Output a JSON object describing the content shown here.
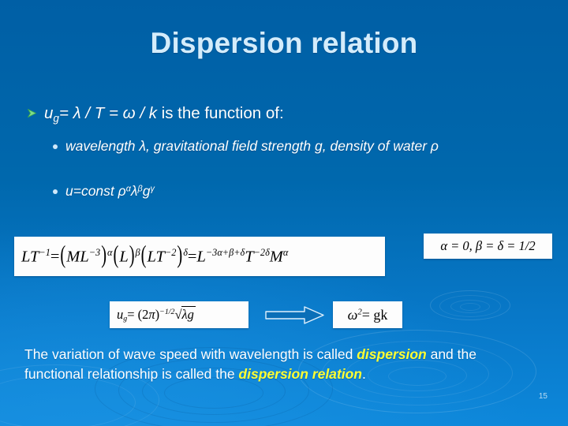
{
  "slide": {
    "title": "Dispersion relation",
    "page_number": "15",
    "background_color": "#0066ac",
    "title_color": "#d4ecfb",
    "highlight_color": "#ffff33"
  },
  "bullets": {
    "level1": {
      "marker": "green-arrow-bullet-icon",
      "text_plain": "ug= λ / T = ω / k is the function of:",
      "lead_var": "u",
      "lead_sub": "g",
      "rest": "= λ / T = ω / k",
      "tail": " is the function of:"
    },
    "level2": [
      {
        "marker": "dot-bullet-icon",
        "text": "wavelength λ, gravitational field strength g, density of water ρ"
      },
      {
        "marker": "dot-bullet-icon",
        "text_plain": "u=const ρ α λ β g γ",
        "base": "u=const ",
        "t1": "ρ",
        "e1": "α",
        "t2": "λ",
        "e2": "β",
        "t3": "g",
        "e3": "γ"
      }
    ]
  },
  "formulas": {
    "main": {
      "name": "dimensional-analysis-equation",
      "plain": "LT⁻¹ = (ML⁻³)^α (L)^β (LT⁻²)^δ = L^(−3α+β+δ) T^(−2δ) M^α",
      "parts": {
        "lhs_L": "L",
        "lhs_T": "T",
        "lhs_T_exp": "−1",
        "eq1": "=",
        "g1_M": "M",
        "g1_L": "L",
        "g1_L_exp": "−3",
        "g1_exp": "α",
        "g2_L": "L",
        "g2_exp": "β",
        "g3_L": "L",
        "g3_T": "T",
        "g3_T_exp": "−2",
        "g3_exp": "δ",
        "eq2": "=",
        "r_L": "L",
        "r_L_exp": "−3α+β+δ",
        "r_T": "T",
        "r_T_exp": "−2δ",
        "r_M": "M",
        "r_M_exp": "α"
      }
    },
    "alpha_solution": {
      "name": "exponent-solution-equation",
      "plain": "α = 0, β = δ = 1/2",
      "text": "α = 0, β = δ = 1/2"
    },
    "group_speed": {
      "name": "group-speed-equation",
      "plain": "u_g = (2π)^(−1/2) √(λg)",
      "parts": {
        "u": "u",
        "sub": "g",
        "eq": "= (2",
        "pi": "π",
        "close": ")",
        "exp": "−1/2",
        "radsym": "√",
        "rad_content": "λg"
      }
    },
    "omega": {
      "name": "omega-squared-equation",
      "plain": "ω² = gk",
      "parts": {
        "omega": "ω",
        "exp": "2",
        "rest": "= gk"
      }
    },
    "arrow": {
      "name": "implies-arrow-icon"
    }
  },
  "paragraph": {
    "plain": "The variation of wave speed with wavelength is called dispersion and the functional relationship is called the dispersion relation.",
    "seg1": "The variation of wave speed with wavelength is called ",
    "hl1": "dispersion",
    "seg2": " and the functional relationship is called the ",
    "hl2": "dispersion relation",
    "seg3": "."
  }
}
